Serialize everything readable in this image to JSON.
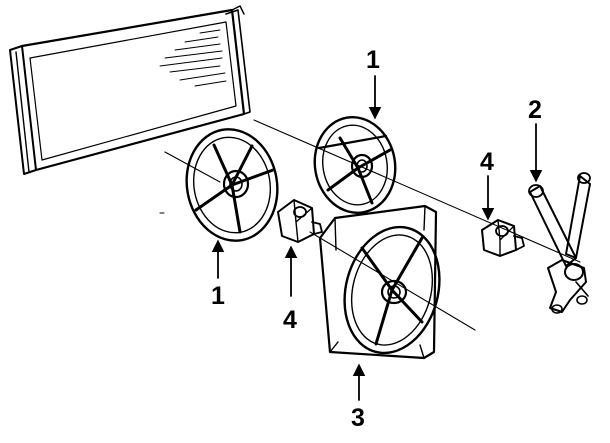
{
  "callouts": [
    {
      "id": "fan-blade-right",
      "label": "1"
    },
    {
      "id": "fan-blade-left",
      "label": "1"
    },
    {
      "id": "motor-bracket",
      "label": "2"
    },
    {
      "id": "shroud",
      "label": "3"
    },
    {
      "id": "motor-right",
      "label": "4"
    },
    {
      "id": "motor-left",
      "label": "4"
    }
  ]
}
